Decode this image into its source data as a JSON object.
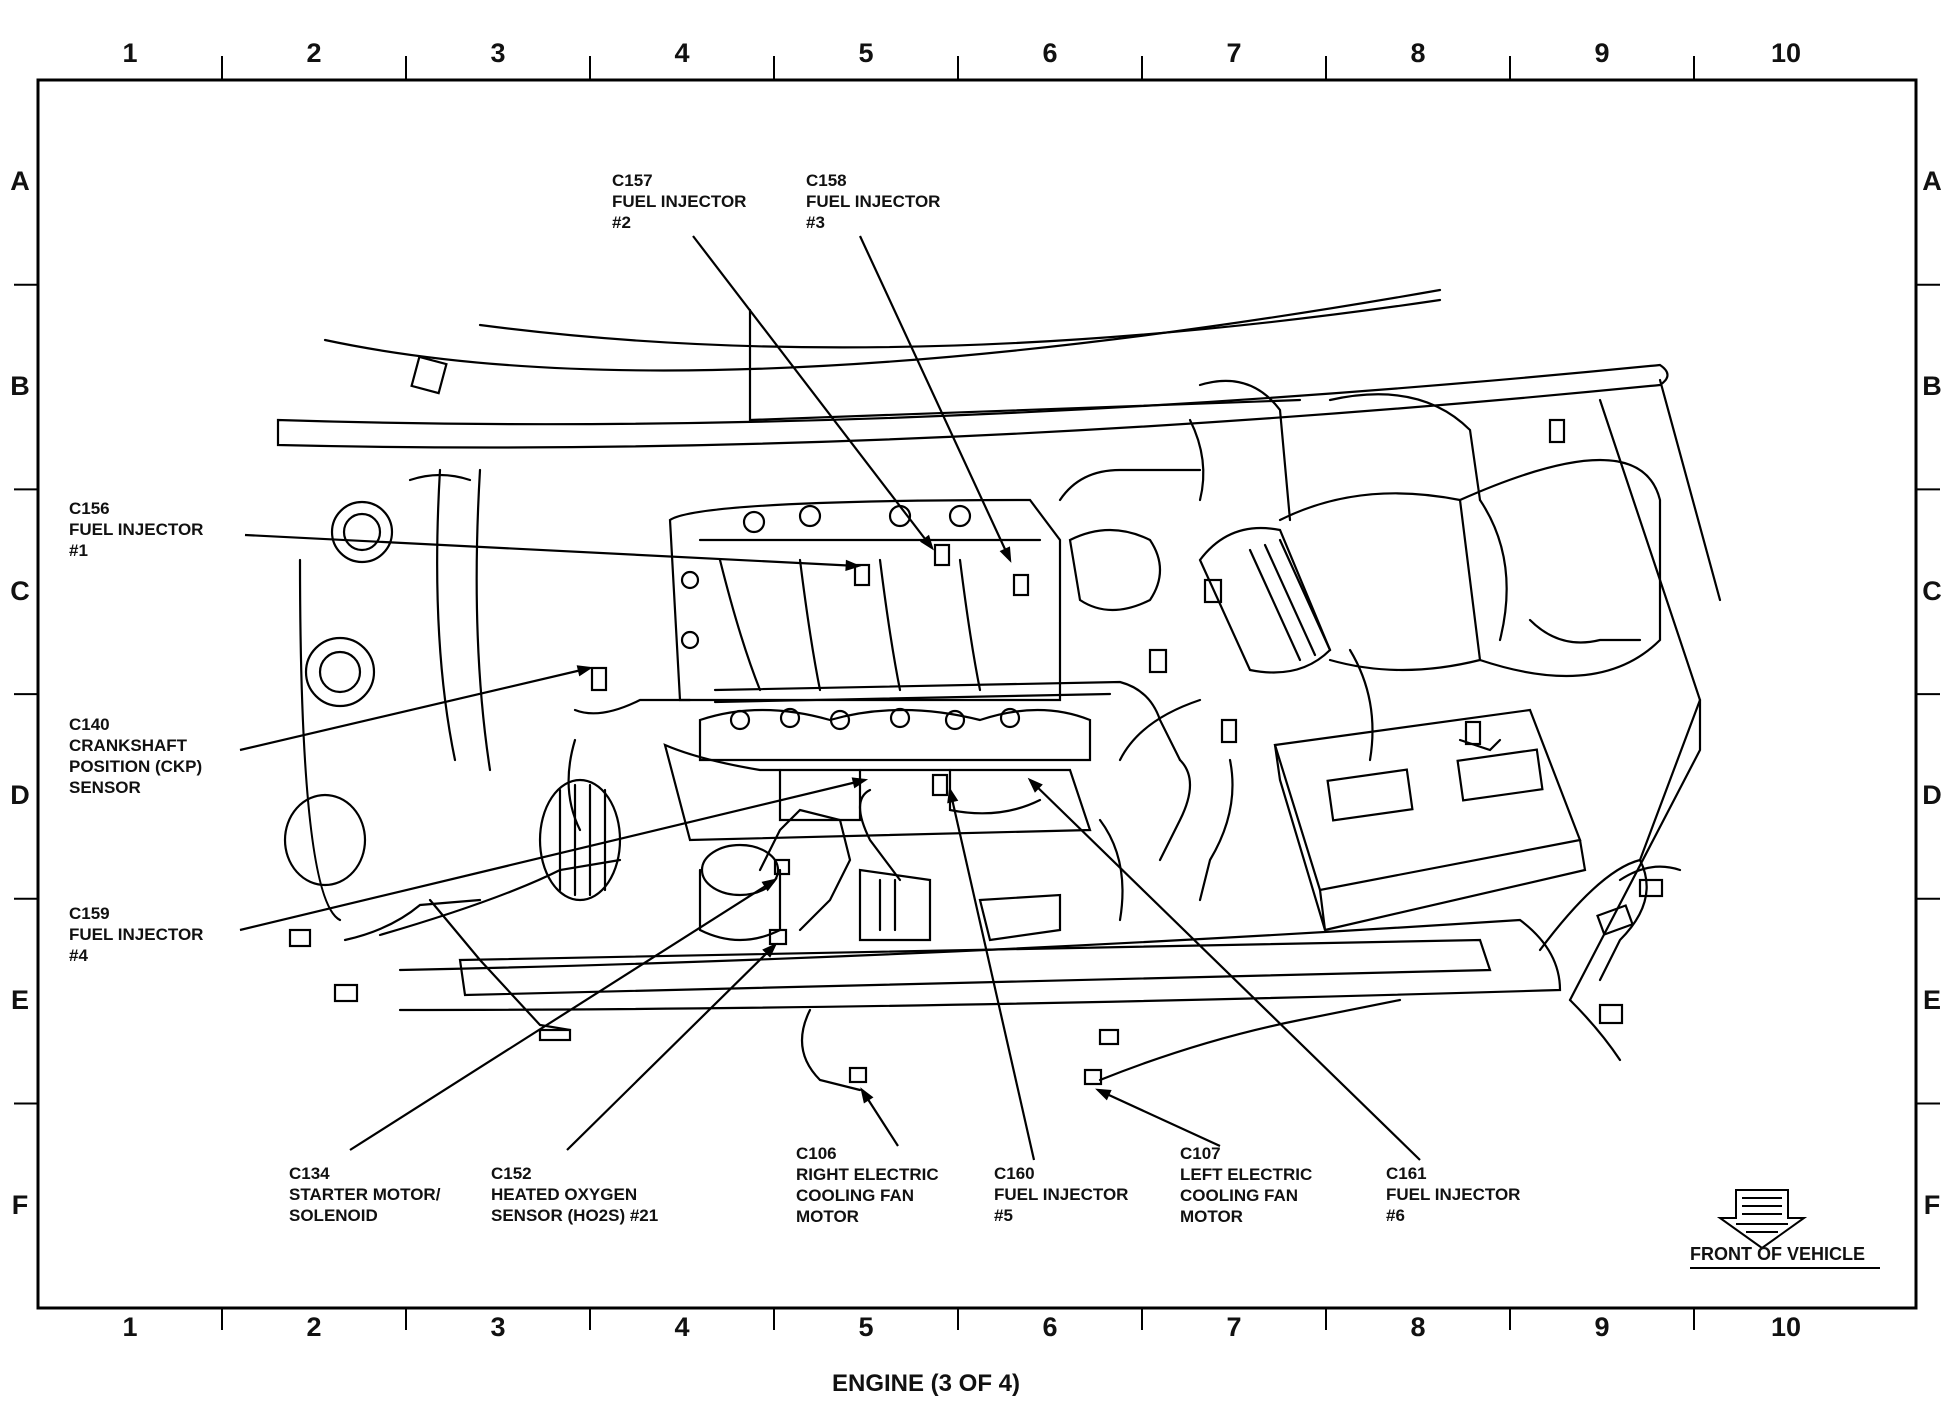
{
  "grid": {
    "columns": [
      "1",
      "2",
      "3",
      "4",
      "5",
      "6",
      "7",
      "8",
      "9",
      "10"
    ],
    "rows": [
      "A",
      "B",
      "C",
      "D",
      "E",
      "F"
    ]
  },
  "callouts": {
    "c157": {
      "code": "C157",
      "lines": [
        "FUEL INJECTOR",
        "#2"
      ]
    },
    "c158": {
      "code": "C158",
      "lines": [
        "FUEL INJECTOR",
        "#3"
      ]
    },
    "c156": {
      "code": "C156",
      "lines": [
        "FUEL INJECTOR",
        "#1"
      ]
    },
    "c140": {
      "code": "C140",
      "lines": [
        "CRANKSHAFT",
        "POSITION (CKP)",
        "SENSOR"
      ]
    },
    "c159": {
      "code": "C159",
      "lines": [
        "FUEL INJECTOR",
        "#4"
      ]
    },
    "c134": {
      "code": "C134",
      "lines": [
        "STARTER MOTOR/",
        "SOLENOID"
      ]
    },
    "c152": {
      "code": "C152",
      "lines": [
        "HEATED OXYGEN",
        "SENSOR (HO2S) #21"
      ]
    },
    "c106": {
      "code": "C106",
      "lines": [
        "RIGHT ELECTRIC",
        "COOLING FAN",
        "MOTOR"
      ]
    },
    "c160": {
      "code": "C160",
      "lines": [
        "FUEL INJECTOR",
        "#5"
      ]
    },
    "c107": {
      "code": "C107",
      "lines": [
        "LEFT ELECTRIC",
        "COOLING FAN",
        "MOTOR"
      ]
    },
    "c161": {
      "code": "C161",
      "lines": [
        "FUEL INJECTOR",
        "#6"
      ]
    }
  },
  "front_label": "FRONT OF VEHICLE",
  "caption": "ENGINE (3 OF 4)"
}
